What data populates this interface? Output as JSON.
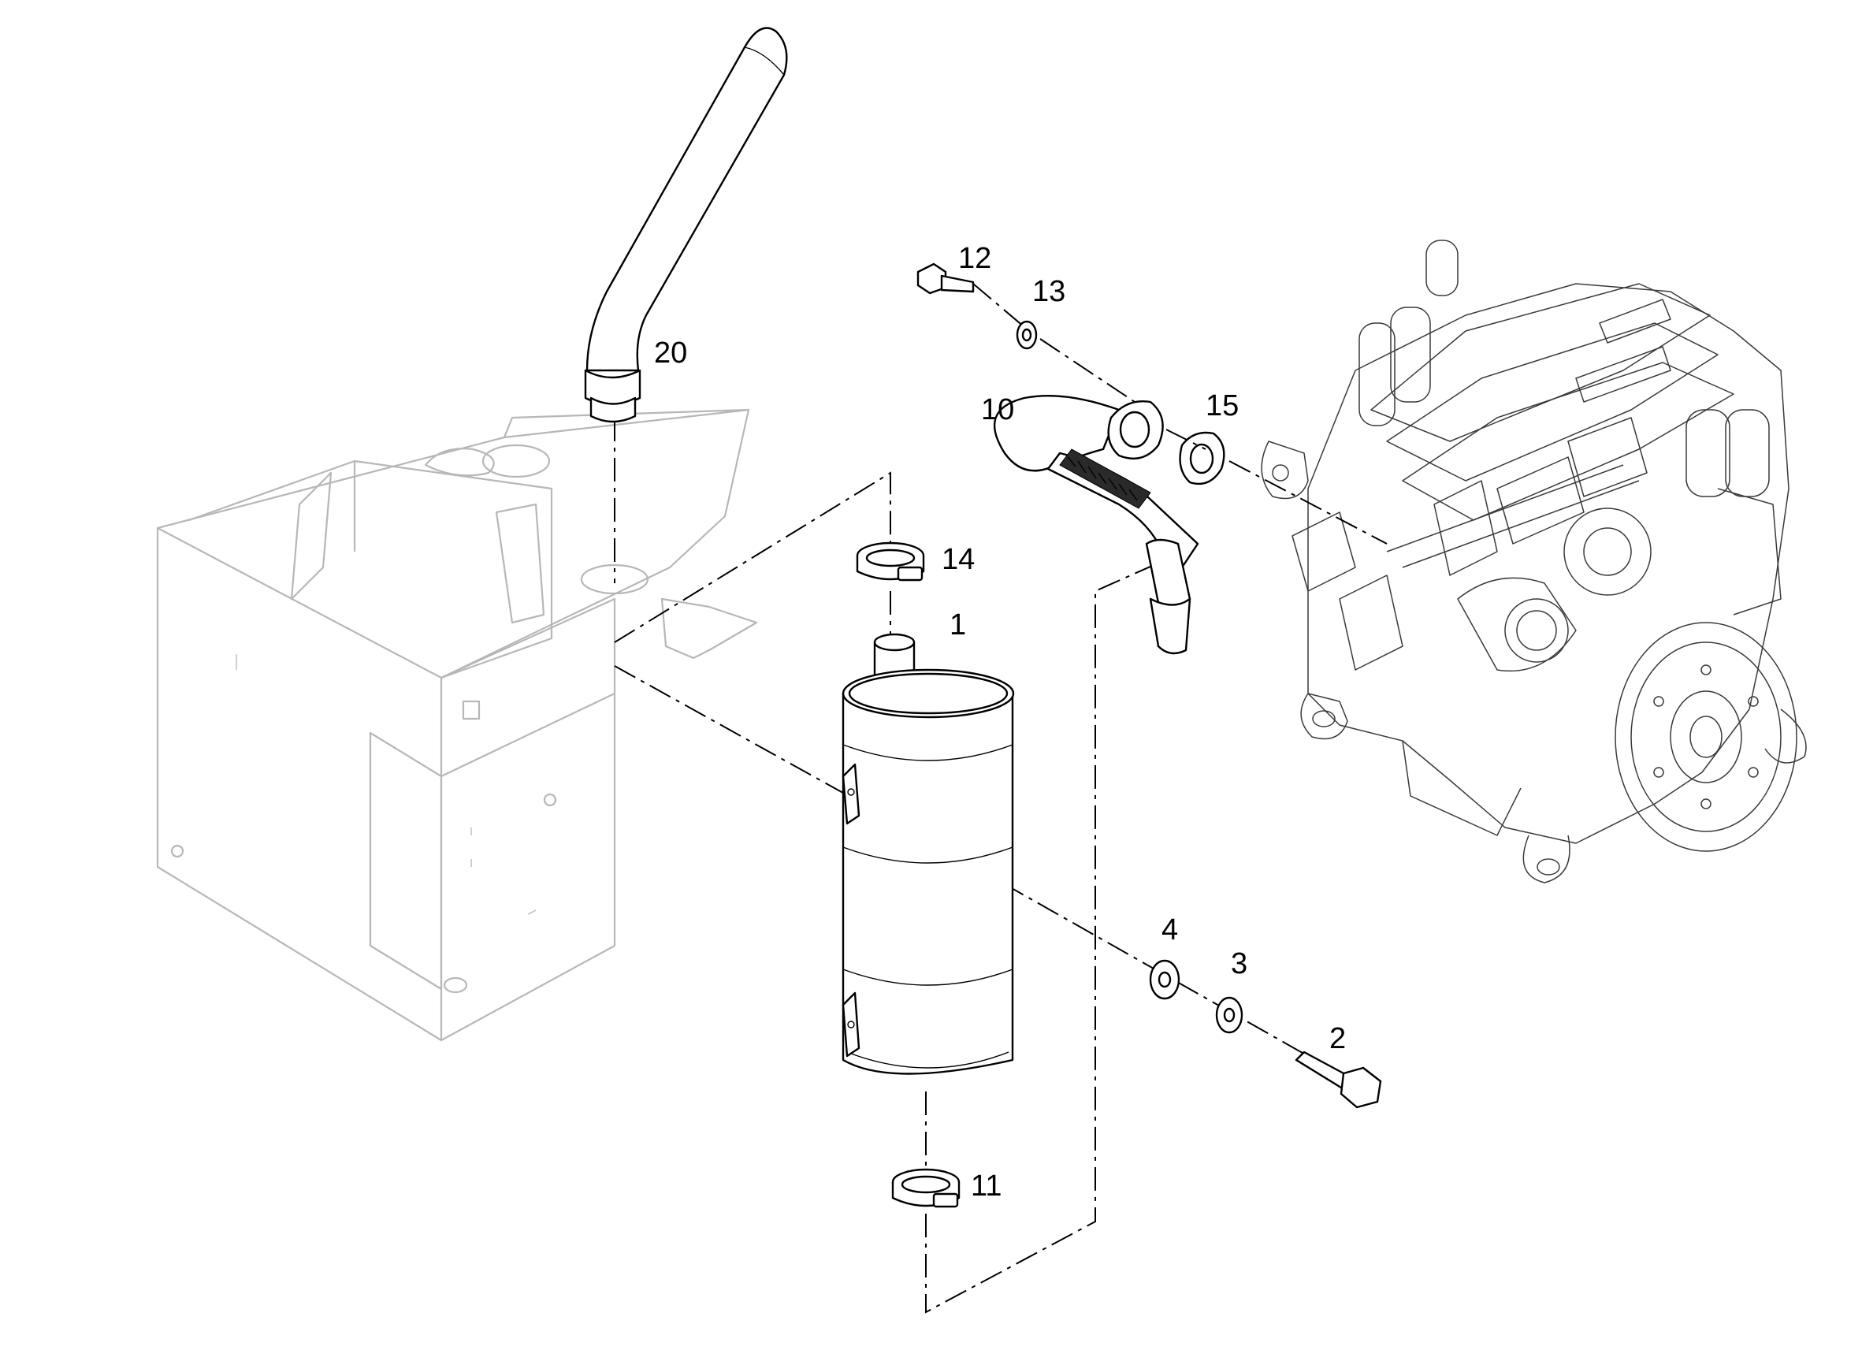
{
  "diagram": {
    "callouts": [
      {
        "id": "1",
        "label": "1"
      },
      {
        "id": "2",
        "label": "2"
      },
      {
        "id": "3",
        "label": "3"
      },
      {
        "id": "4",
        "label": "4"
      },
      {
        "id": "10",
        "label": "10"
      },
      {
        "id": "11",
        "label": "11"
      },
      {
        "id": "12",
        "label": "12"
      },
      {
        "id": "13",
        "label": "13"
      },
      {
        "id": "14",
        "label": "14"
      },
      {
        "id": "15",
        "label": "15"
      },
      {
        "id": "20",
        "label": "20"
      }
    ]
  }
}
